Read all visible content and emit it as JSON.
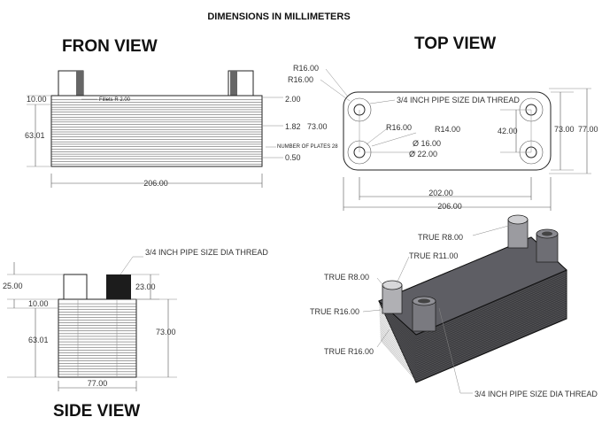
{
  "header": {
    "title": "DIMENSIONS IN MILLIMETERS"
  },
  "views": {
    "front": "FRON VIEW",
    "top": "TOP VIEW",
    "side": "SIDE VIEW"
  },
  "front": {
    "d_10": "10.00",
    "d_6301": "63.01",
    "d_206": "206.00",
    "d_200": "2.00",
    "d_182": "1.82",
    "d_73": "73.00",
    "d_050": "0.50",
    "fillets": "Fillets R 2.00",
    "plates": "NUMBER OF PLATES 28"
  },
  "top": {
    "r16a": "R16.00",
    "r16b": "R16.00",
    "thread": "3/4 INCH PIPE SIZE DIA THREAD",
    "r16c": "R16.00",
    "r14": "R14.00",
    "dia16": "Ø 16.00",
    "dia22": "Ø 22.00",
    "d_42": "42.00",
    "d_73": "73.00",
    "d_77": "77.00",
    "d_202": "202.00",
    "d_206": "206.00"
  },
  "side": {
    "thread": "3/4 INCH PIPE SIZE DIA THREAD",
    "d_25": "25.00",
    "d_23": "23.00",
    "d_10": "10.00",
    "d_6301": "63.01",
    "d_73": "73.00",
    "d_77": "77.00"
  },
  "iso": {
    "r8a": "TRUE R8.00",
    "r11": "TRUE R11.00",
    "r8b": "TRUE R8.00",
    "r16a": "TRUE R16.00",
    "r16b": "TRUE R16.00",
    "thread": "3/4 INCH PIPE SIZE DIA THREAD"
  }
}
